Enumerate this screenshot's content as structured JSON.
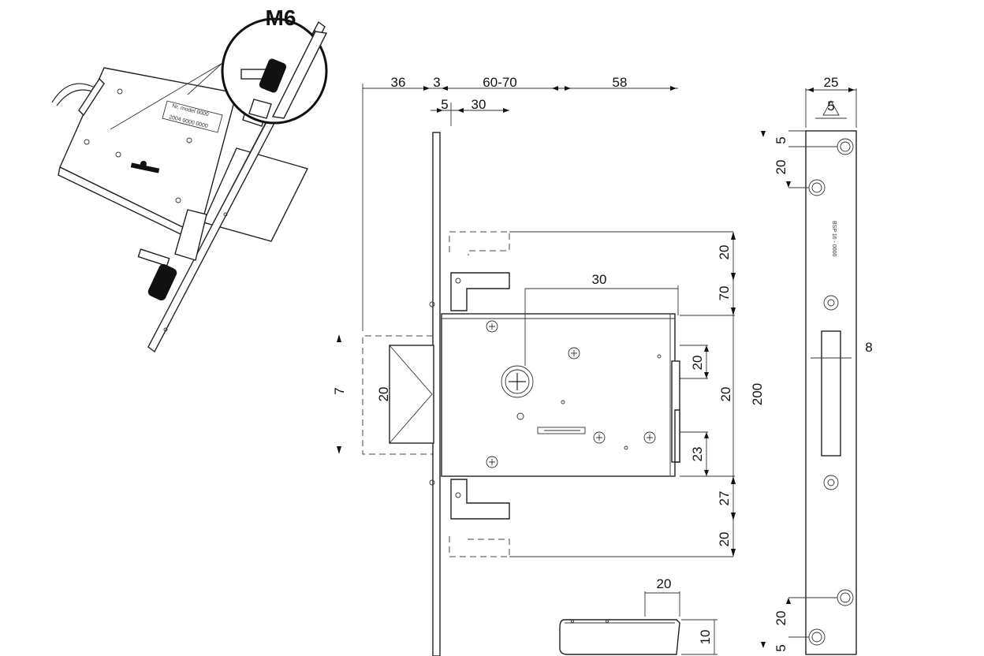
{
  "badge": {
    "label": "M6"
  },
  "iso_view": {
    "label_line1": "Nr. model 0000",
    "label_line2": "2004 0000 0000"
  },
  "top_dims": {
    "d36": "36",
    "d3": "3",
    "d60_70": "60-70",
    "d58": "58",
    "d5": "5",
    "d30": "30"
  },
  "lock_body": {
    "d30_top": "30"
  },
  "right_dims": {
    "d20_a": "20",
    "d70": "70",
    "d20_b": "20",
    "d20_c": "20",
    "d200": "200",
    "d23": "23",
    "d27": "27",
    "d20_d": "20"
  },
  "left_dims": {
    "d7": "7",
    "d20_latch": "20"
  },
  "plate_dims": {
    "d25": "25",
    "d5_top": "5",
    "d5_v": "5",
    "d20_v": "20",
    "d8": "8",
    "d20_bottom": "20",
    "d5_bottom": "5",
    "engraving": "BSP 16 - 0000"
  },
  "bolt_detail": {
    "d20": "20",
    "d10": "10"
  }
}
